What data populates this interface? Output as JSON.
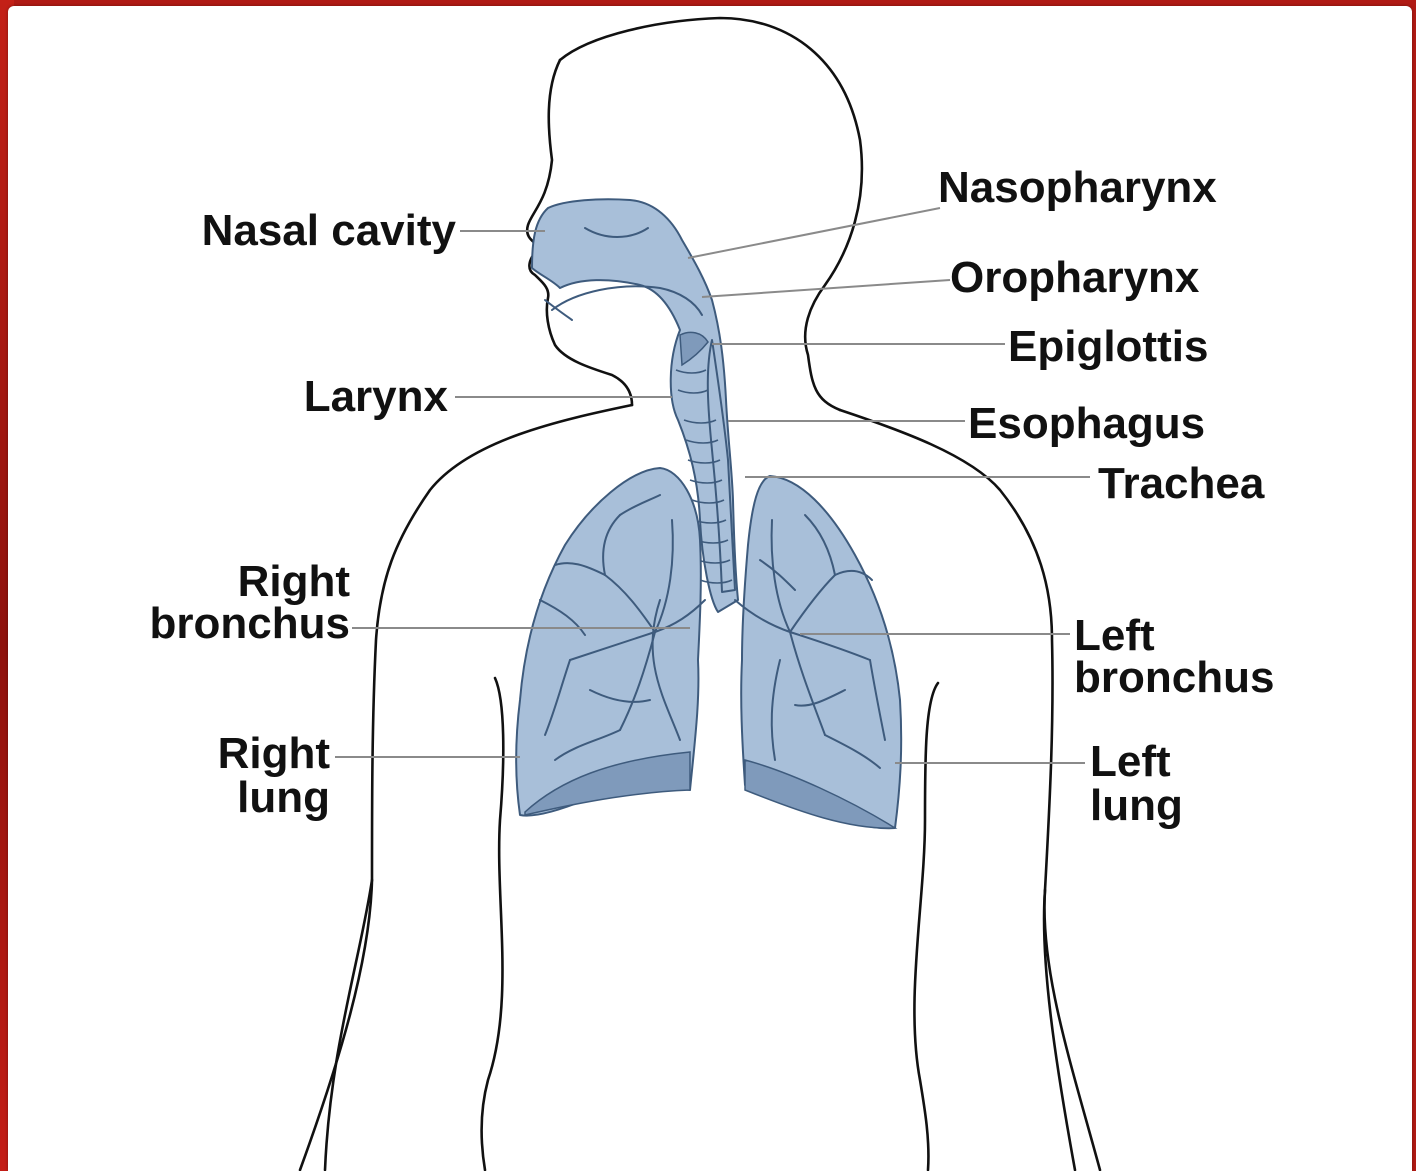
{
  "labels": {
    "nasal_cavity": "Nasal cavity",
    "nasopharynx": "Nasopharynx",
    "oropharynx": "Oropharynx",
    "epiglottis": "Epiglottis",
    "larynx": "Larynx",
    "esophagus": "Esophagus",
    "trachea": "Trachea",
    "right_bronchus_1": "Right",
    "right_bronchus_2": "bronchus",
    "left_bronchus_1": "Left",
    "left_bronchus_2": "bronchus",
    "right_lung_1": "Right",
    "right_lung_2": "lung",
    "left_lung_1": "Left",
    "left_lung_2": "lung"
  },
  "colors": {
    "frame": "#b01a14",
    "organ_fill": "#a8bfd9",
    "organ_stroke": "#3e5b7d",
    "leader_line": "#8a8a8a",
    "outline": "#111111"
  }
}
